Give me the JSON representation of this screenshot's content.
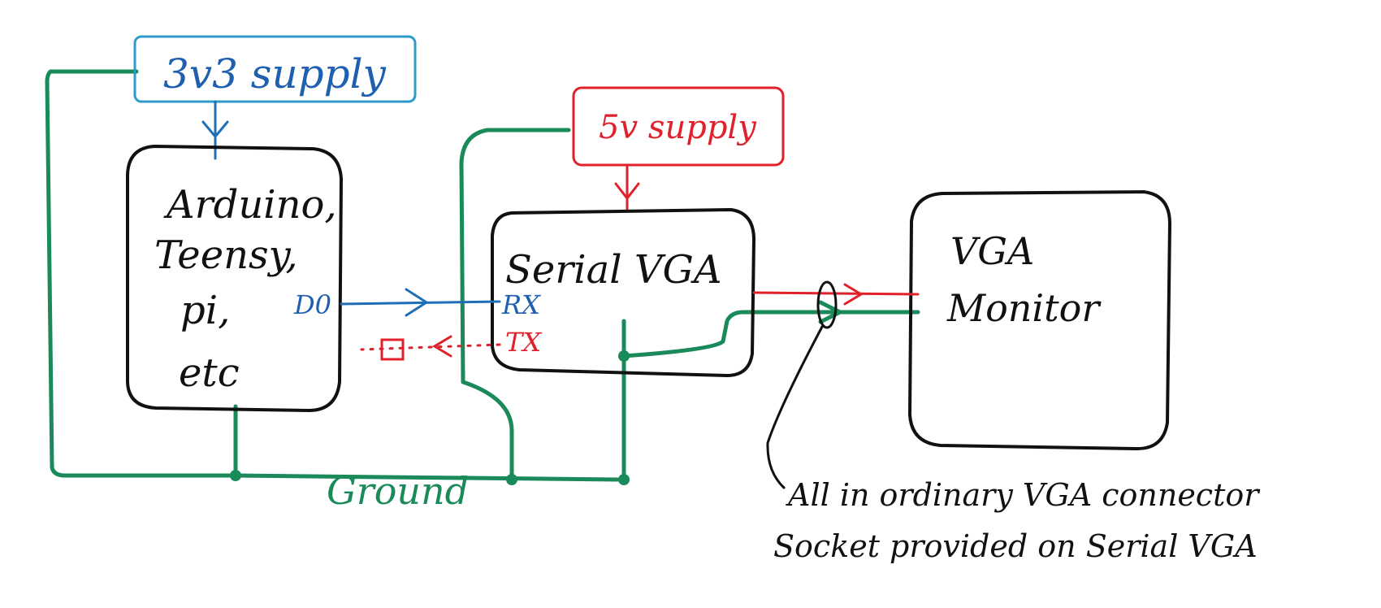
{
  "colors": {
    "ground": "#1a8a5a",
    "supply_3v3": "#1f6fb8",
    "supply_5v": "#e0202a",
    "outline": "#111111"
  },
  "nodes": {
    "supply_3v3": {
      "label": "3v3 supply"
    },
    "supply_5v": {
      "label": "5v supply"
    },
    "controller": {
      "lines": [
        "Arduino,",
        "Teensy,",
        "pi,",
        "etc"
      ]
    },
    "serial_vga": {
      "label": "Serial VGA"
    },
    "vga_monitor": {
      "lines": [
        "VGA",
        "Monitor"
      ]
    }
  },
  "pins": {
    "d0": "D0",
    "rx": "RX",
    "tx": "TX"
  },
  "labels": {
    "ground": "Ground",
    "connector_note": [
      "All in ordinary VGA connector",
      "Socket provided on Serial VGA"
    ]
  }
}
